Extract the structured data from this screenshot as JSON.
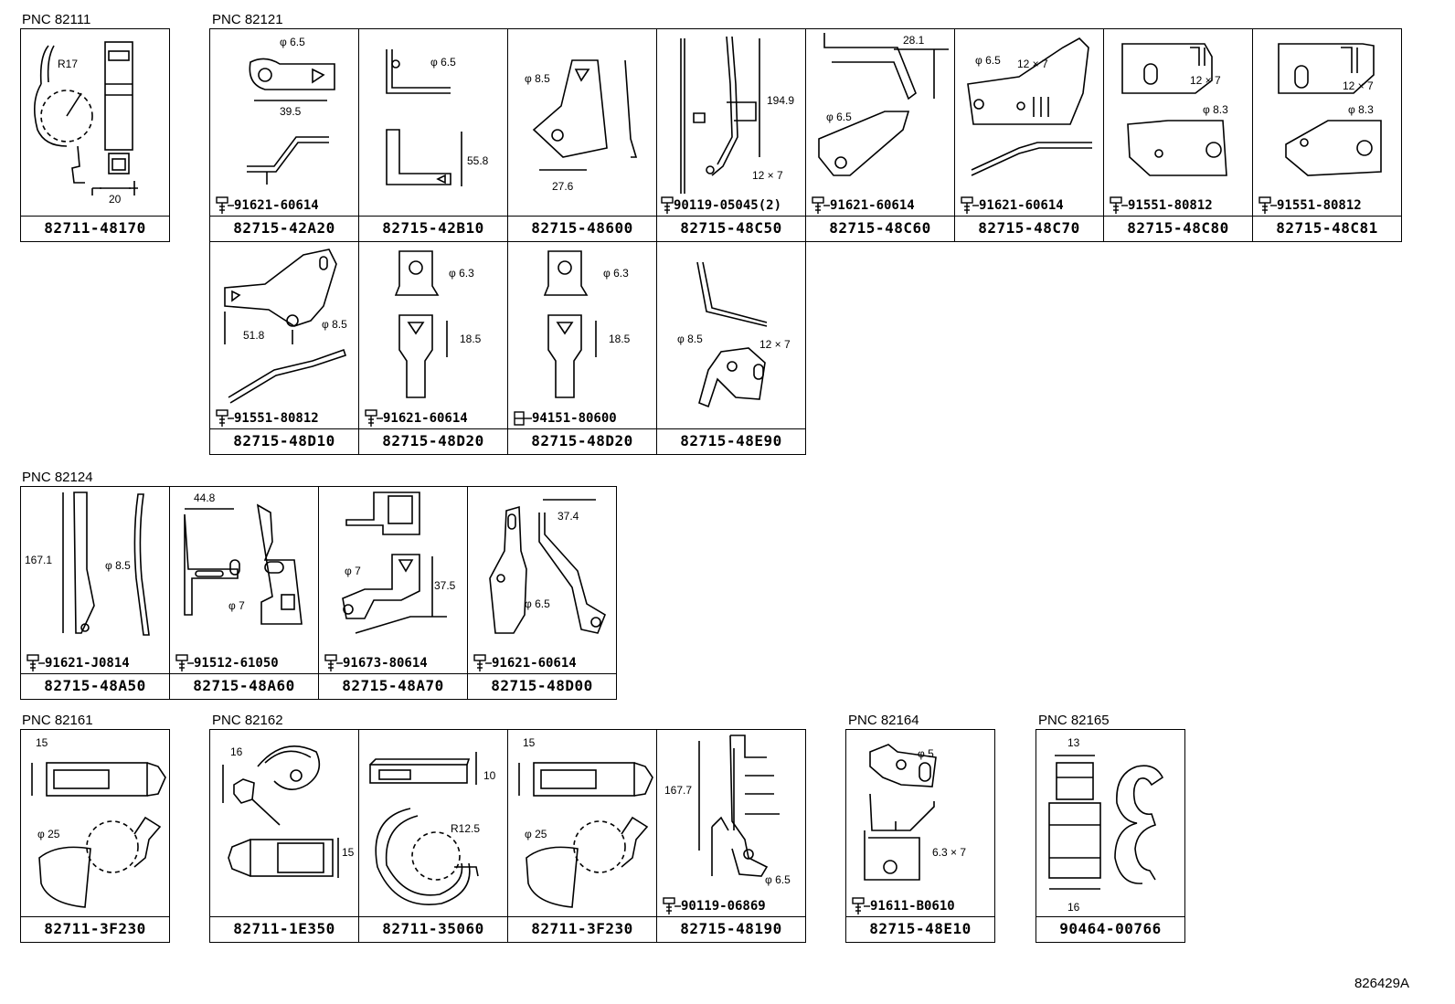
{
  "ref_code": "826429A",
  "groups": [
    {
      "pnc": "PNC 82111",
      "cells": [
        {
          "part": "82711-48170",
          "dims": [
            "R17",
            "20"
          ]
        }
      ]
    },
    {
      "pnc": "PNC 82121",
      "cells": [
        {
          "part": "82715-42A20",
          "bolt": "91621-60614",
          "dims": [
            "φ 6.5",
            "39.5"
          ]
        },
        {
          "part": "82715-42B10",
          "dims": [
            "φ 6.5",
            "55.8"
          ]
        },
        {
          "part": "82715-48600",
          "dims": [
            "φ 8.5",
            "27.6"
          ]
        },
        {
          "part": "82715-48C50",
          "bolt": "90119-05045(2)",
          "dims": [
            "194.9",
            "12 × 7"
          ]
        },
        {
          "part": "82715-48C60",
          "bolt": "91621-60614",
          "dims": [
            "28.1",
            "φ 6.5"
          ]
        },
        {
          "part": "82715-48C70",
          "bolt": "91621-60614",
          "dims": [
            "φ 6.5",
            "12 × 7"
          ]
        },
        {
          "part": "82715-48C80",
          "bolt": "91551-80812",
          "dims": [
            "12 × 7",
            "φ 8.3"
          ]
        },
        {
          "part": "82715-48C81",
          "bolt": "91551-80812",
          "dims": [
            "12 × 7",
            "φ 8.3"
          ]
        },
        {
          "part": "82715-48D10",
          "bolt": "91551-80812",
          "dims": [
            "φ 8.5",
            "51.8"
          ]
        },
        {
          "part": "82715-48D20",
          "bolt": "91621-60614",
          "dims": [
            "φ 6.3",
            "18.5"
          ]
        },
        {
          "part": "82715-48D20",
          "bolt": "94151-80600",
          "dims": [
            "φ 6.3",
            "18.5"
          ]
        },
        {
          "part": "82715-48E90",
          "dims": [
            "φ 8.5",
            "12 × 7"
          ]
        }
      ]
    },
    {
      "pnc": "PNC 82124",
      "cells": [
        {
          "part": "82715-48A50",
          "bolt": "91621-J0814",
          "dims": [
            "167.1",
            "φ 8.5"
          ]
        },
        {
          "part": "82715-48A60",
          "bolt": "91512-61050",
          "dims": [
            "44.8",
            "φ 7"
          ]
        },
        {
          "part": "82715-48A70",
          "bolt": "91673-80614",
          "dims": [
            "φ 7",
            "37.5"
          ]
        },
        {
          "part": "82715-48D00",
          "bolt": "91621-60614",
          "dims": [
            "37.4",
            "φ 6.5"
          ]
        }
      ]
    },
    {
      "pnc": "PNC 82161",
      "cells": [
        {
          "part": "82711-3F230",
          "dims": [
            "15",
            "φ 25"
          ]
        }
      ]
    },
    {
      "pnc": "PNC 82162",
      "cells": [
        {
          "part": "82711-1E350",
          "dims": [
            "16",
            "15"
          ]
        },
        {
          "part": "82711-35060",
          "dims": [
            "10",
            "R12.5"
          ]
        },
        {
          "part": "82711-3F230",
          "dims": [
            "15",
            "φ 25"
          ]
        },
        {
          "part": "82715-48190",
          "bolt": "90119-06869",
          "dims": [
            "167.7",
            "φ 6.5"
          ]
        }
      ]
    },
    {
      "pnc": "PNC 82164",
      "cells": [
        {
          "part": "82715-48E10",
          "bolt": "91611-B0610",
          "dims": [
            "φ 5",
            "6.3 × 7"
          ]
        }
      ]
    },
    {
      "pnc": "PNC 82165",
      "cells": [
        {
          "part": "90464-00766",
          "dims": [
            "13",
            "16"
          ]
        }
      ]
    }
  ]
}
